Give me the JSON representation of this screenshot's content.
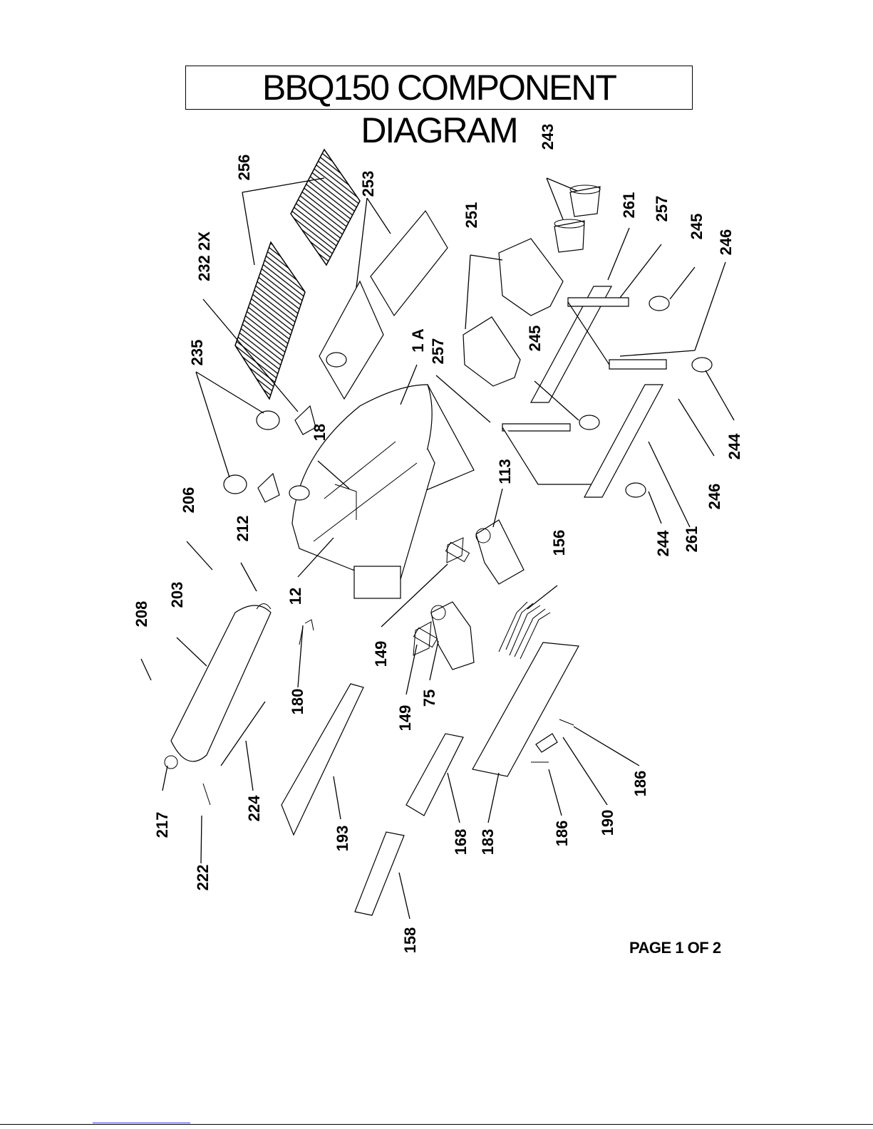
{
  "title": "BBQ150 COMPONENT DIAGRAM",
  "page_label": "PAGE 1 OF 2",
  "callouts": [
    "256",
    "253",
    "243",
    "232 2X",
    "251",
    "261",
    "257",
    "245",
    "246",
    "235",
    "1 A",
    "257",
    "245",
    "18",
    "113",
    "206",
    "212",
    "244",
    "246",
    "261",
    "244",
    "156",
    "208",
    "203",
    "12",
    "149",
    "180",
    "149",
    "75",
    "217",
    "224",
    "193",
    "168",
    "183",
    "186",
    "190",
    "186",
    "222",
    "158"
  ]
}
